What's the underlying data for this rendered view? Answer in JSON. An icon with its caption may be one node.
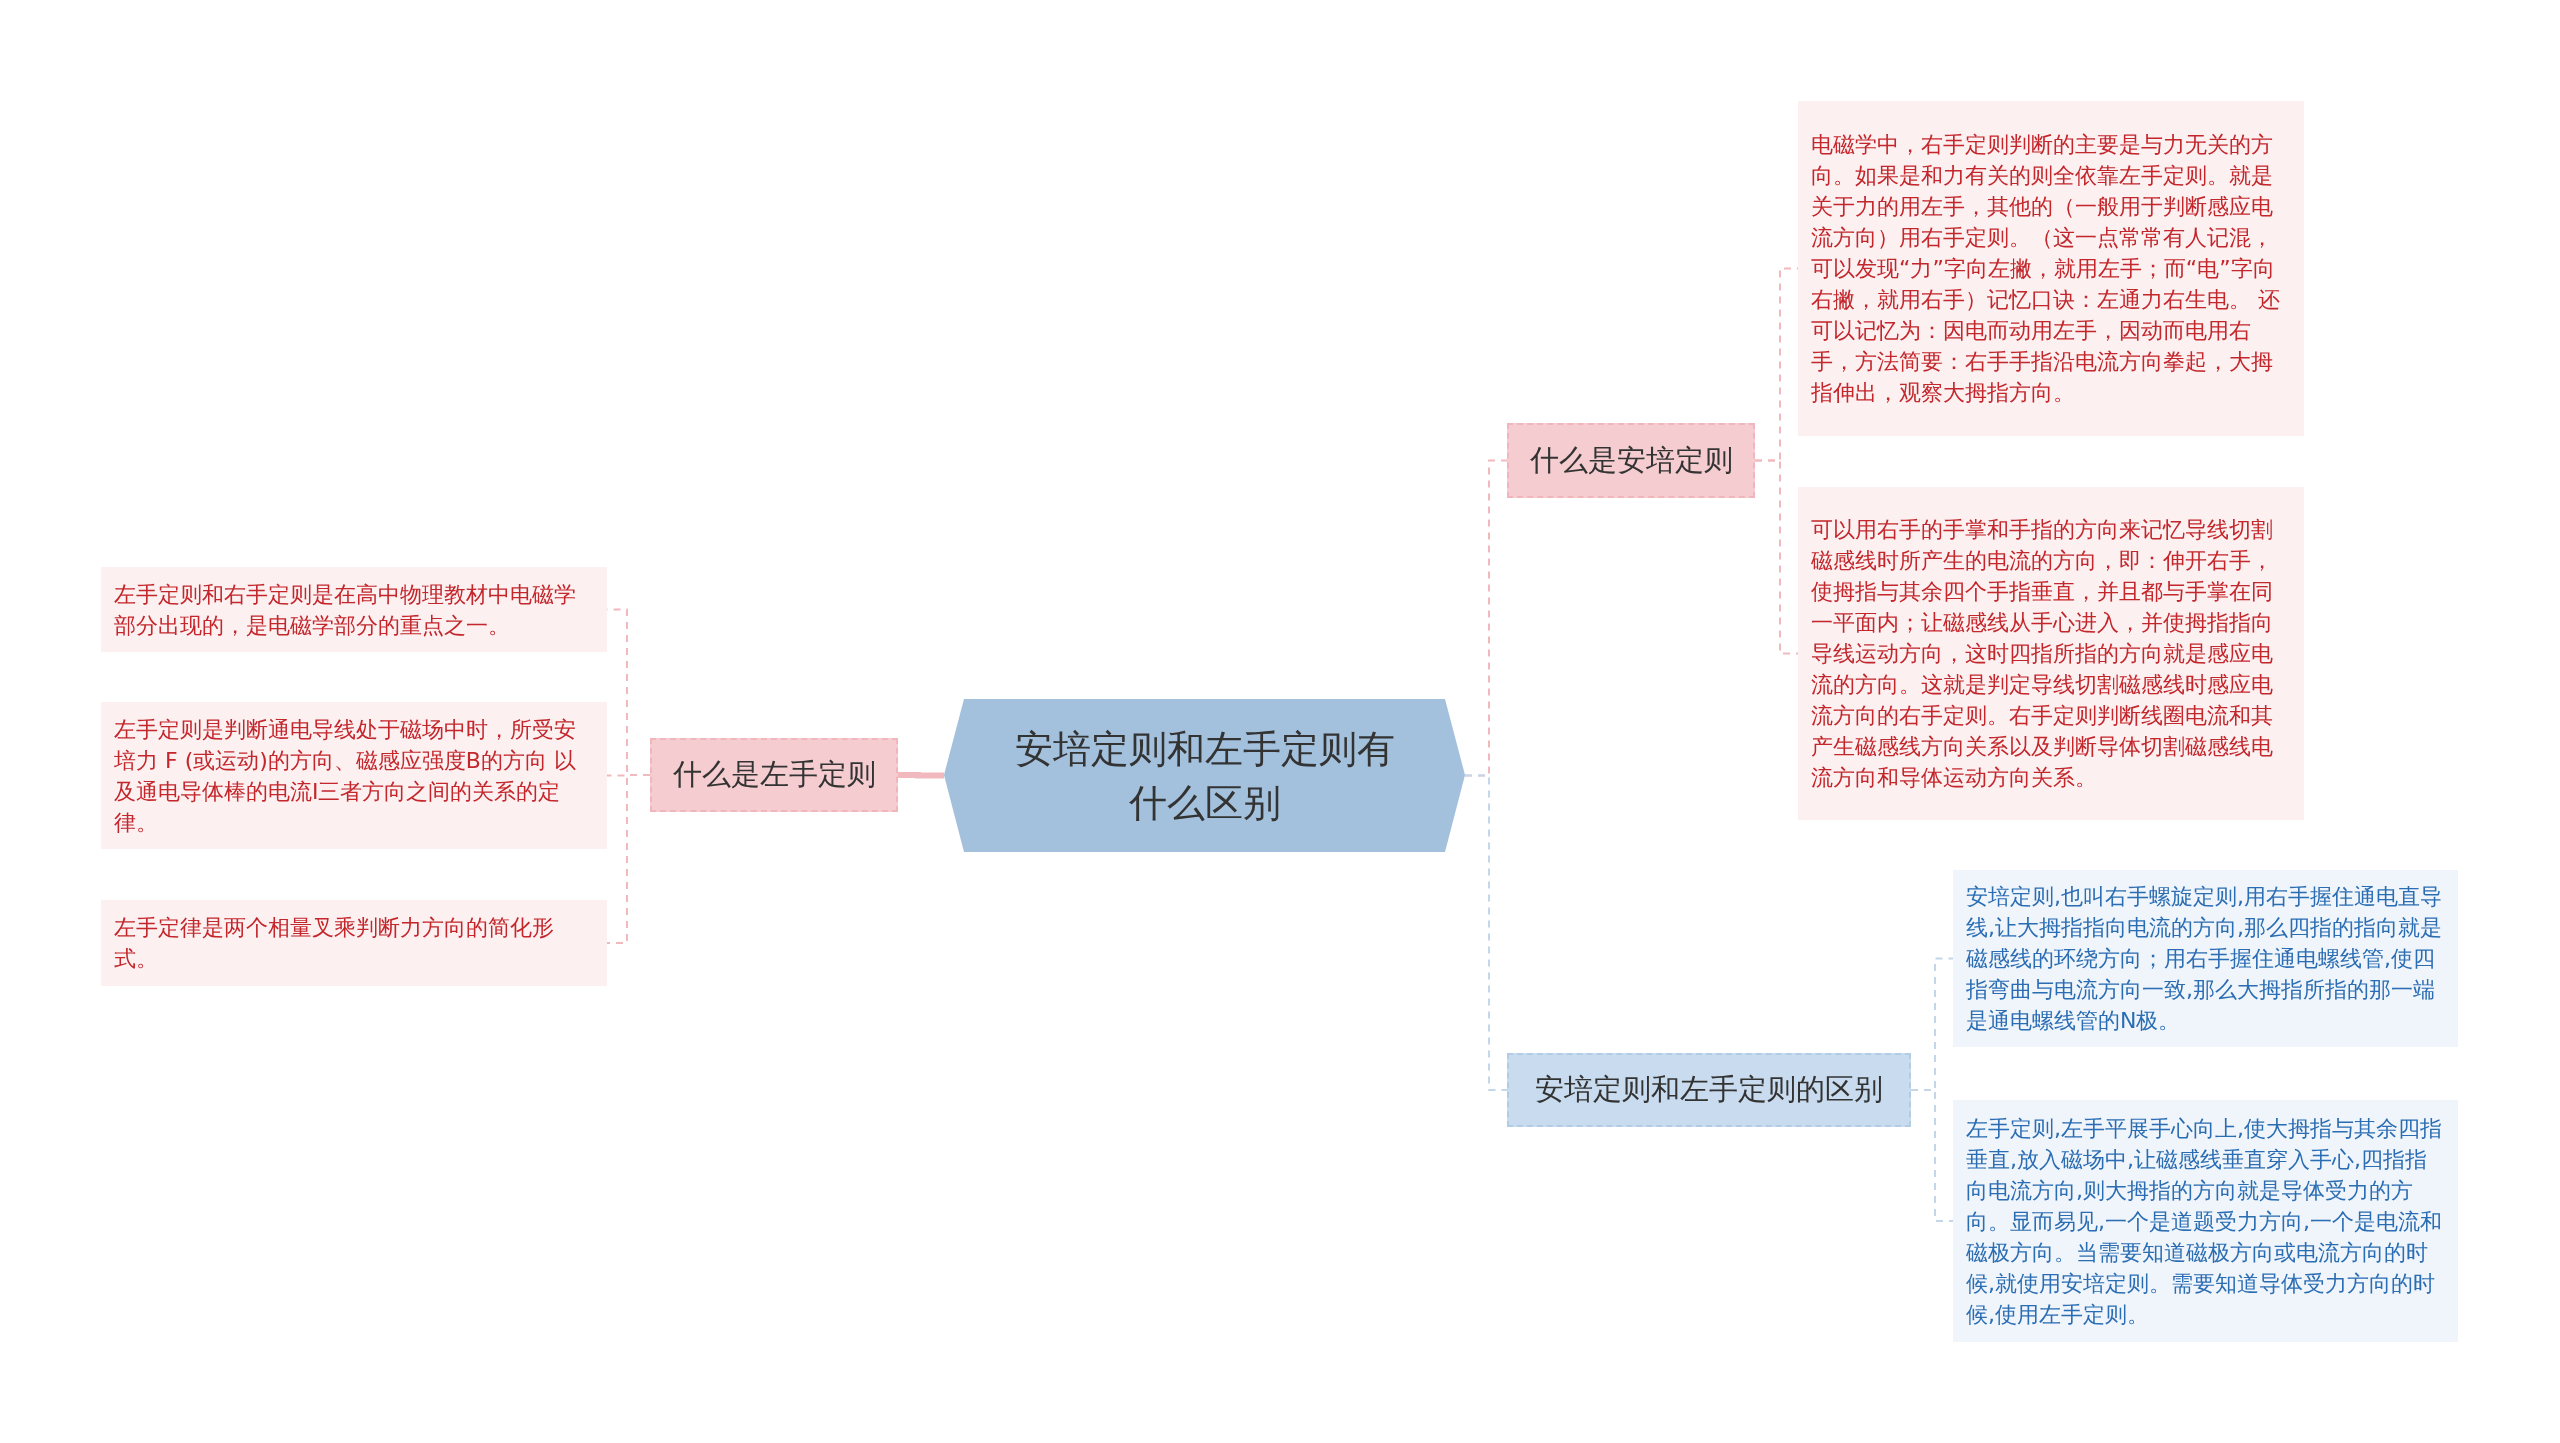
{
  "diagram": {
    "nodes": [
      {
        "text": [
          "安培定则和左手定则有什么区别"
        ]
      },
      {
        "text": [
          "什么是左手定则"
        ]
      },
      {
        "text": [
          "左手定则和右手定则是在高中物理教材中电磁学部分出现的，是电磁学部分的重点之一。"
        ]
      },
      {
        "text": [
          "左手定则是判断通电导线处于磁场中时，所受安培力 F (或运动)的方向、磁感应强度B的方向 以及通电导体棒的电流I三者方向之间的关系的定律。"
        ]
      },
      {
        "text": [
          "左手定律是两个相量叉乘判断力方向的简化形式。"
        ]
      },
      {
        "text": [
          "什么是安培定则"
        ]
      },
      {
        "text": [
          "电磁学中，右手定则判断的主要是与力无关的方向。如果是和力有关的则全依靠左手定则。就是关于力的用左手，其他的（一般用于判断感应电流方向）用右手定则。（这一点常常有人记混，可以发现“力”字向左撇，就用左手；而“电”字向右撇，就用右手）记忆口诀：左通力右生电。 还可以记忆为：因电而动用左手，因动而电用右手，方法简要：右手手指沿电流方向拳起，大拇指伸出，观察大拇指方向。"
        ]
      },
      {
        "text": [
          "可以用右手的手掌和手指的方向来记忆导线切割磁感线时所产生的电流的方向，即：伸开右手，使拇指与其余四个手指垂直，并且都与手掌在同一平面内；让磁感线从手心进入，并使拇指指向导线运动方向，这时四指所指的方向就是感应电流的方向。这就是判定导线切割磁感线时感应电流方向的右手定则。右手定则判断线圈电流和其产生磁感线方向关系以及判断导体切割磁感线电流方向和导体运动方向关系。"
        ]
      },
      {
        "text": [
          "安培定则和左手定则的区别"
        ]
      },
      {
        "text": [
          "安培定则,也叫右手螺旋定则,用右手握住通电直导线,让大拇指指向电流的方向,那么四指的指向就是磁感线的环绕方向；用右手握住通电螺线管,使四指弯曲与电流方向一致,那么大拇指所指的那一端是通电螺线管的N极。"
        ]
      },
      {
        "text": [
          "左手定则,左手平展手心向上,使大拇指与其余四指垂直,放入磁场中,让磁感线垂直穿入手心,四指指向电流方向,则大拇指的方向就是导体受力的方向。显而易见,一个是道题受力方向,一个是电流和磁极方向。当需要知道磁极方向或电流方向的时候,就使用安培定则。需要知道导体受力方向的时候,使用左手定则。"
        ]
      }
    ],
    "edges": [
      {
        "from": 0,
        "to": 1,
        "arrow": "none",
        "style": "thick"
      },
      {
        "from": 1,
        "to": 2,
        "arrow": "none",
        "style": "dashed"
      },
      {
        "from": 1,
        "to": 3,
        "arrow": "none",
        "style": "dashed"
      },
      {
        "from": 1,
        "to": 4,
        "arrow": "none",
        "style": "dashed"
      },
      {
        "from": 0,
        "to": 5,
        "arrow": "none",
        "style": "dashed"
      },
      {
        "from": 5,
        "to": 6,
        "arrow": "none",
        "style": "dashed"
      },
      {
        "from": 5,
        "to": 7,
        "arrow": "none",
        "style": "dashed"
      },
      {
        "from": 0,
        "to": 8,
        "arrow": "none",
        "style": "dashed",
        "color": "#c3d6ea"
      },
      {
        "from": 8,
        "to": 9,
        "arrow": "none",
        "style": "dashed",
        "color": "#c3d6ea"
      },
      {
        "from": 8,
        "to": 10,
        "arrow": "none",
        "style": "dashed",
        "color": "#c3d6ea"
      }
    ]
  }
}
